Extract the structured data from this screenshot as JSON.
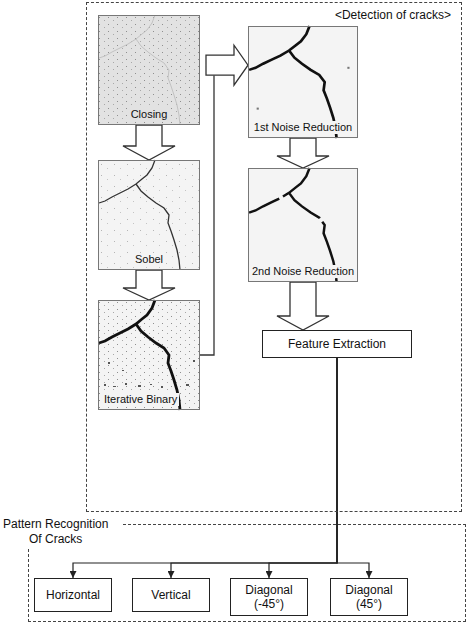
{
  "diagram": {
    "nodes": [
      {
        "text": [
          "<Detection of cracks>"
        ]
      },
      {
        "text": [
          "Closing"
        ],
        "in": 0
      },
      {
        "text": [
          "Sobel"
        ],
        "in": 0
      },
      {
        "text": [
          "Iterative Binary"
        ],
        "in": 0
      },
      {
        "text": [
          "1st Noise Reduction"
        ],
        "in": 0
      },
      {
        "text": [
          "2nd Noise Reduction"
        ],
        "in": 0
      },
      {
        "text": [
          "Feature Extraction"
        ],
        "in": 0
      },
      {
        "text": [
          "Pattern Recognition Of Cracks"
        ]
      },
      {
        "text": [
          "Horizontal"
        ],
        "in": 7
      },
      {
        "text": [
          "Vertical"
        ],
        "in": 7
      },
      {
        "text": [
          "Diagonal (-45°)"
        ],
        "in": 7
      },
      {
        "text": [
          "Diagonal (45°)"
        ],
        "in": 7
      }
    ],
    "edges": [
      {
        "from": 1,
        "to": 2,
        "arrow": "to"
      },
      {
        "from": 2,
        "to": 3,
        "arrow": "to"
      },
      {
        "from": 3,
        "to": 4,
        "arrow": "to"
      },
      {
        "from": 4,
        "to": 5,
        "arrow": "to"
      },
      {
        "from": 5,
        "to": 6,
        "arrow": "to"
      },
      {
        "from": 6,
        "to": 8,
        "arrow": "to"
      },
      {
        "from": 6,
        "to": 9,
        "arrow": "to"
      },
      {
        "from": 6,
        "to": 10,
        "arrow": "to"
      },
      {
        "from": 6,
        "to": 11,
        "arrow": "to"
      }
    ]
  }
}
